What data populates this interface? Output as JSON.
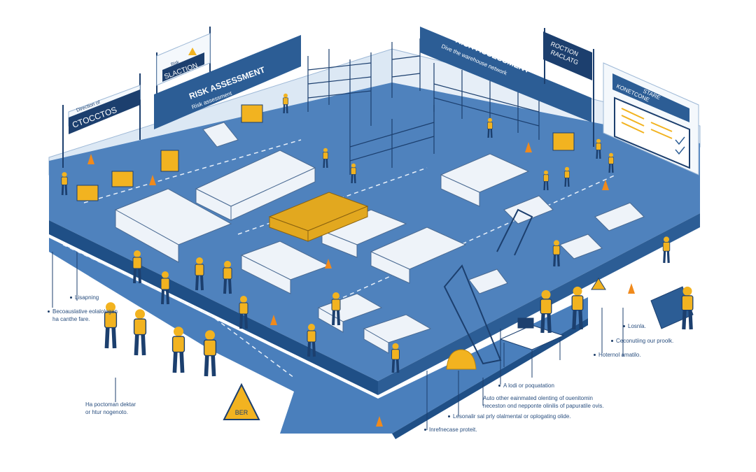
{
  "signs": {
    "direction": {
      "small": "Direction of",
      "main": "CTOCCTOS"
    },
    "slaction": {
      "small": "Risk",
      "main": "SLACTION"
    },
    "left_banner": {
      "title": "RISK ASSESSMENT",
      "subtitle": "Risk assessment"
    },
    "right_banner": {
      "title": "RISK ASSESSMENT",
      "subtitle": "Dive the warehouse network"
    },
    "roction": {
      "line1": "ROCTION",
      "line2": "RACLATG"
    },
    "board": {
      "line1": "STARE",
      "line2": "KONETCONE"
    },
    "warning_sign": "BER"
  },
  "annotations_left": [
    {
      "text": "Lisapning"
    },
    {
      "text": "Becoauslative eolalologan",
      "text2": "ha canthe fare."
    },
    {
      "text": "Ha poctoman dektar",
      "text2": "or htur nogenoto."
    }
  ],
  "annotations_right": [
    {
      "text": "Losnla."
    },
    {
      "text": "Ceconutiing our proolk."
    },
    {
      "text": "Hoternol amatilo."
    },
    {
      "text": "A lodi or poquatation"
    },
    {
      "text": "Auto other eainmated olenting of ouenitomin",
      "text2": "neceston ond nepponte olinilis of papuratile ovis."
    },
    {
      "text": "Lesonalir sal prly olalmental or oplogating olide."
    },
    {
      "text": "Inrefnecase proteit."
    }
  ],
  "colors": {
    "floor": "#4f82bd",
    "floor_edge": "#1f4f86",
    "navy": "#1c3f6e",
    "safety": "#f2b320",
    "wall": "#dbe7f3"
  }
}
